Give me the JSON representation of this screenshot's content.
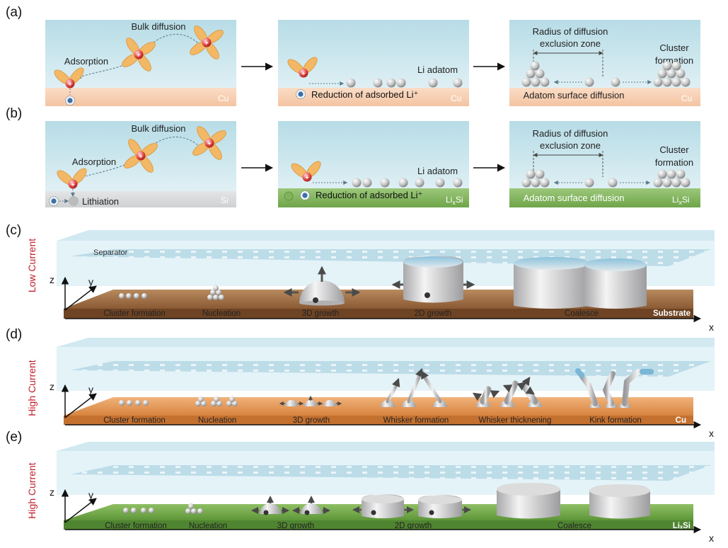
{
  "panel_labels": [
    "(a)",
    "(b)",
    "(c)",
    "(d)",
    "(e)"
  ],
  "row_a": {
    "box1": {
      "bulk": "Bulk diffusion",
      "adsorption": "Adsorption",
      "substrate": "Cu"
    },
    "box2": {
      "li_adatom": "Li adatom",
      "reduction": "Reduction of adsorbed Li⁺",
      "substrate": "Cu"
    },
    "box3": {
      "radius_line1": "Radius of diffusion",
      "radius_line2": "exclusion zone",
      "cluster_line1": "Cluster",
      "cluster_line2": "formation",
      "surface": "Adatom surface diffusion",
      "substrate": "Cu"
    }
  },
  "row_b": {
    "box1": {
      "bulk": "Bulk diffusion",
      "adsorption": "Adsorption",
      "lithiation": "Lithiation",
      "substrate": "Si"
    },
    "box2": {
      "li_adatom": "Li adatom",
      "reduction": "Reduction of adsorbed Li⁺",
      "substrate_main": "Li",
      "substrate_sub": "x",
      "substrate_tail": "Si"
    },
    "box3": {
      "radius_line1": "Radius of diffusion",
      "radius_line2": "exclusion zone",
      "cluster_line1": "Cluster",
      "cluster_line2": "formation",
      "surface": "Adatom surface diffusion",
      "substrate_main": "Li",
      "substrate_sub": "x",
      "substrate_tail": "Si"
    }
  },
  "electron": "e⁻",
  "separator_label": "Separator",
  "axes": {
    "z": "z",
    "y": "y",
    "x": "x"
  },
  "row_c": {
    "side_label": "Low Current",
    "stages": [
      "Cluster formation",
      "Nucleation",
      "3D growth",
      "2D growth",
      "Coalesce"
    ],
    "substrate": "Substrate"
  },
  "row_d": {
    "side_label": "High Current",
    "stages": [
      "Cluster formation",
      "Nucleation",
      "3D growth",
      "Whisker formation",
      "Whisker thicknening",
      "Kink formation"
    ],
    "substrate": "Cu"
  },
  "row_e": {
    "side_label": "High Current",
    "stages": [
      "Cluster formation",
      "Nucleation",
      "3D growth",
      "2D growth",
      "Coalesce"
    ],
    "substrate": "LiₓSi"
  },
  "colors": {
    "electrolyte_top": "#b9dde6",
    "electrolyte_bottom": "#e7f4f7",
    "cu_floor": "#f7cdb0",
    "si_floor": "#d9dadb",
    "lixsi_floor": "#7fb25a",
    "substrate_brown": "#8a5a34",
    "cu_orange": "#d98a4a",
    "green_sub": "#5f9a3c",
    "side_label_red": "#c0202a",
    "petal": "#f3b865"
  }
}
